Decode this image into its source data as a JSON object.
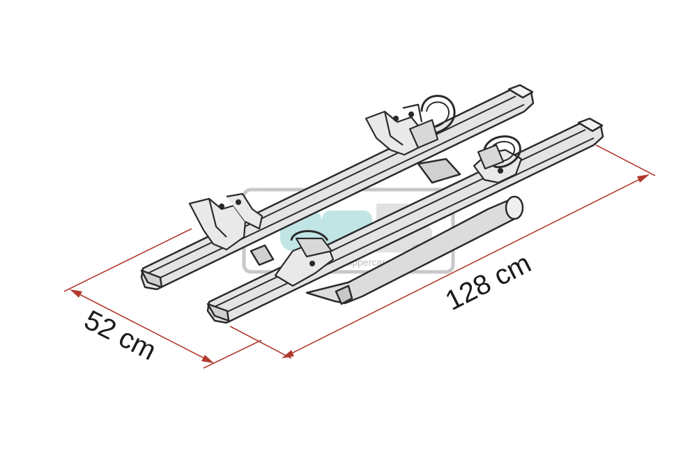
{
  "dimensions": {
    "length_label": "128 cm",
    "width_label": "52 cm"
  },
  "watermark": {
    "text": "clippercaravans.nl"
  },
  "colors": {
    "dimension_line": "#b03a2e",
    "outline": "#2a2a2a",
    "metal_fill": "#e4e4e4",
    "watermark_accent": "#7ec8c8"
  }
}
